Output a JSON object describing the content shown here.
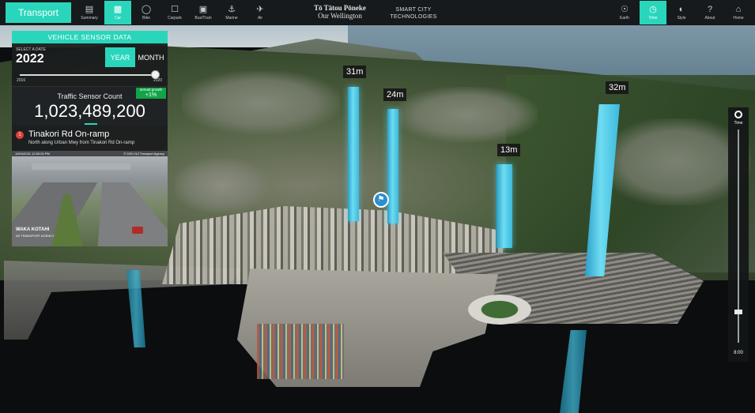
{
  "header": {
    "app_button": "Transport",
    "title_line1": "Tō Tātou Pōneke",
    "title_line2": "Our Wellington",
    "subtitle_line1": "SMART CITY",
    "subtitle_line2": "TECHNOLOGIES",
    "nav": [
      {
        "label": "Summary",
        "icon": "bar-chart-icon"
      },
      {
        "label": "Car",
        "icon": "car-icon"
      },
      {
        "label": "Bike",
        "icon": "bicycle-icon"
      },
      {
        "label": "Carpark",
        "icon": "parking-icon"
      },
      {
        "label": "Bus/Train",
        "icon": "bus-icon"
      },
      {
        "label": "Marine",
        "icon": "ship-icon"
      },
      {
        "label": "Air",
        "icon": "plane-icon"
      }
    ],
    "active_nav": "Car",
    "right_nav": [
      {
        "label": "Earth",
        "icon": "globe-icon"
      },
      {
        "label": "Time",
        "icon": "clock-icon"
      },
      {
        "label": "Style",
        "icon": "toggle-icon"
      },
      {
        "label": "About",
        "icon": "question-icon"
      },
      {
        "label": "Home",
        "icon": "home-icon"
      }
    ],
    "active_right_nav": "Time"
  },
  "panel": {
    "title": "VEHICLE SENSOR DATA",
    "date_label": "SELECT A DATE",
    "date_value": "2022",
    "year_button": "YEAR",
    "month_button": "MONTH",
    "slider_min": "2016",
    "slider_max": "2020",
    "metric_label": "Traffic Sensor Count",
    "metric_value": "1,023,489,200",
    "growth_label": "annual growth",
    "growth_value": "+1%",
    "sensor_name": "Tinakori Rd On-ramp",
    "sensor_desc": "North along Urban Mwy from Tinakori Rd On-ramp",
    "camera_timestamp": "10/04/2021 12:00:00 PM",
    "camera_copyright": "© 2021 NZ Transport Agency",
    "camera_logo": "WAKA KOTAHI",
    "camera_logo_sub": "NZ TRANSPORT AGENCY"
  },
  "map": {
    "columns": [
      {
        "label": "31m"
      },
      {
        "label": "24m"
      },
      {
        "label": "13m"
      },
      {
        "label": "32m"
      }
    ]
  },
  "time": {
    "label": "Time",
    "value": "8:00"
  },
  "colors": {
    "accent": "#2ad6bb",
    "column": "#6fdcf2",
    "growth": "#11a548"
  }
}
